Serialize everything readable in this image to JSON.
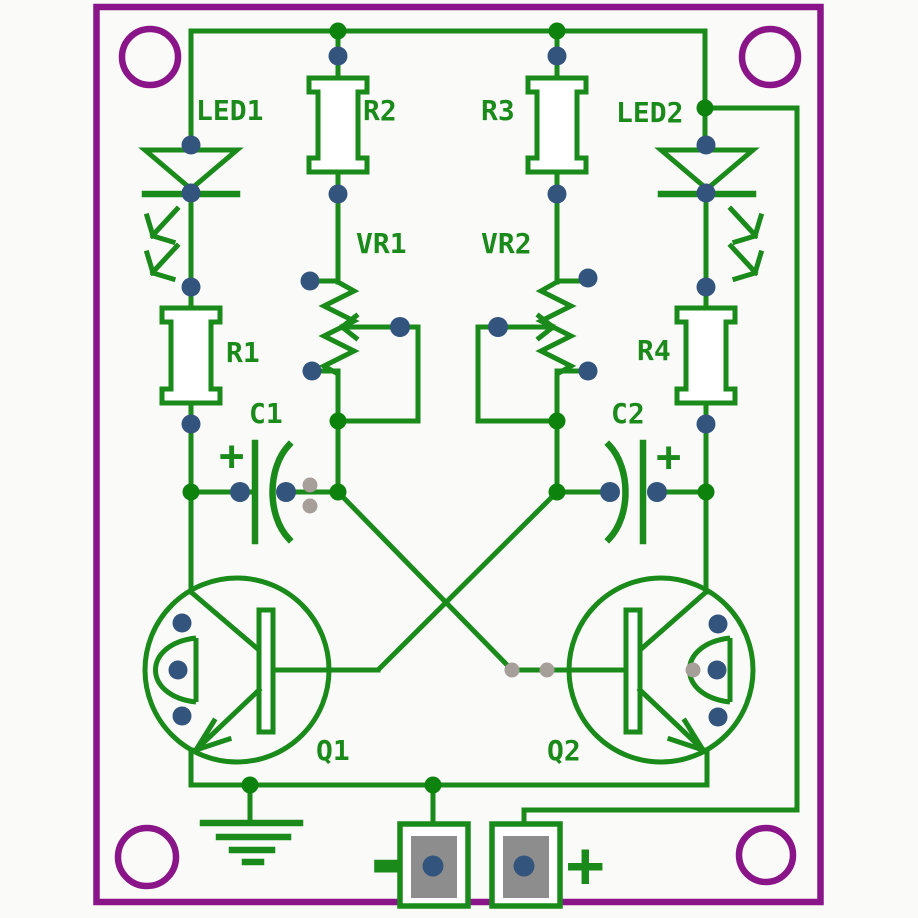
{
  "diagram_type": "pcb-schematic-layout",
  "colors": {
    "background": "#fafaf8",
    "trace": "#1a8a1b",
    "junction": "#0d820d",
    "pad": "#33557d",
    "via": "#a59e99",
    "border": "#8a1589",
    "terminal": "#8d8d8d"
  },
  "labels": {
    "led1": "LED1",
    "led2": "LED2",
    "r1": "R1",
    "r2": "R2",
    "r3": "R3",
    "r4": "R4",
    "vr1": "VR1",
    "vr2": "VR2",
    "c1": "C1",
    "c2": "C2",
    "q1": "Q1",
    "q2": "Q2",
    "c1_polarity": "+",
    "c2_polarity": "+",
    "neg_terminal": "-",
    "pos_terminal": "+"
  }
}
